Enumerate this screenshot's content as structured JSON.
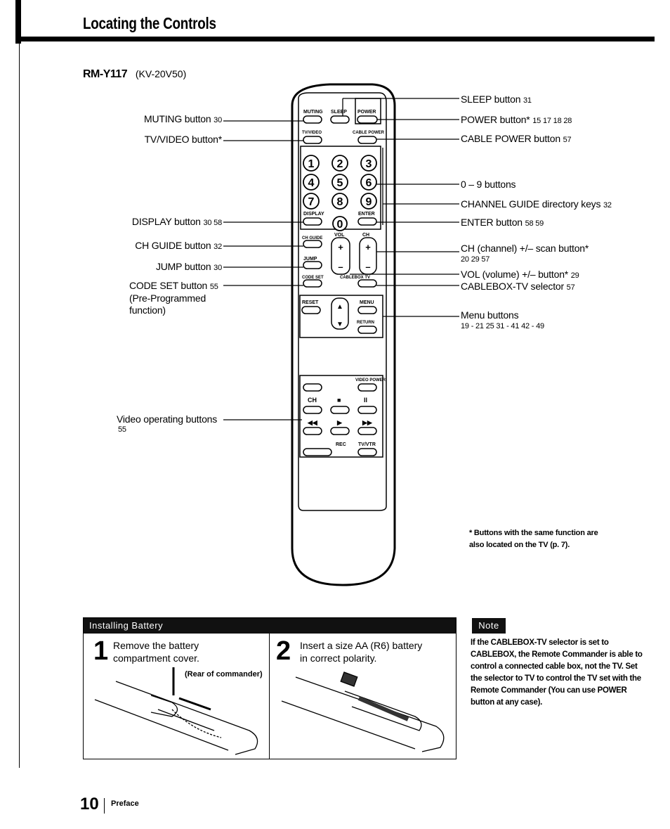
{
  "header": {
    "title": "Locating the Controls"
  },
  "model": {
    "remote": "RM-Y117",
    "tv": "(KV-20V50)"
  },
  "left_labels": [
    {
      "key": "muting",
      "text": "MUTING button",
      "marks": "30"
    },
    {
      "key": "tvvideo",
      "text": "TV/VIDEO button*",
      "marks": ""
    },
    {
      "key": "display",
      "text": "DISPLAY button",
      "marks": "30 58"
    },
    {
      "key": "chguide",
      "text": "CH GUIDE button",
      "marks": "32"
    },
    {
      "key": "jump",
      "text": "JUMP button",
      "marks": "30"
    },
    {
      "key": "codeset",
      "text": "CODE SET button",
      "marks": "55"
    }
  ],
  "codeset_sub": [
    "(Pre-Programmed",
    "function)"
  ],
  "video_label": {
    "text": "Video operating buttons",
    "marks": "55"
  },
  "right_labels": [
    {
      "key": "sleep",
      "text": "SLEEP button",
      "marks": "31"
    },
    {
      "key": "power",
      "text": "POWER button*",
      "marks": "15 17 18 28"
    },
    {
      "key": "cablepower",
      "text": "CABLE POWER button",
      "marks": "57"
    },
    {
      "key": "digits",
      "text": "0 – 9 buttons",
      "marks": ""
    },
    {
      "key": "chguidekeys",
      "text": "CHANNEL GUIDE directory keys",
      "marks": "32"
    },
    {
      "key": "enter",
      "text": "ENTER button",
      "marks": "58 59"
    },
    {
      "key": "chscan",
      "text": "CH (channel) +/– scan button*",
      "marks": "20 29 57"
    },
    {
      "key": "vol",
      "text": "VOL (volume) +/– button*",
      "marks": "29"
    },
    {
      "key": "cablebox",
      "text": "CABLEBOX-TV selector",
      "marks": "57"
    },
    {
      "key": "menu",
      "text": "Menu buttons",
      "marks": "19 - 21 25 31 - 41 42 - 49"
    }
  ],
  "remote_labels": {
    "muting": "MUTING",
    "sleep": "SLEEP",
    "power": "POWER",
    "tvvideo": "TV/VIDEO",
    "cablepower": "CABLE POWER",
    "display": "DISPLAY",
    "enter": "ENTER",
    "vol": "VOL",
    "ch": "CH",
    "chguide": "CH GUIDE",
    "jump": "JUMP",
    "codeset": "CODE SET",
    "cableboxtv": "CABLEBOX TV",
    "reset": "RESET",
    "menu": "MENU",
    "return": "RETURN",
    "videopower": "VIDEO POWER",
    "rec": "REC",
    "tvvtr": "TV/VTR"
  },
  "footnote": [
    "* Buttons with the same function are",
    "also located on the TV (p. 7)."
  ],
  "installing": {
    "header": "Installing Battery",
    "step1": {
      "num": "1",
      "lines": [
        "Remove the battery",
        "compartment cover."
      ],
      "caption": "(Rear of commander)"
    },
    "step2": {
      "num": "2",
      "lines": [
        "Insert a size AA (R6) battery",
        "in correct polarity."
      ]
    }
  },
  "note": {
    "header": "Note",
    "text": "If the CABLEBOX-TV selector is set to CABLEBOX, the Remote Commander is able to control a connected cable box, not the TV. Set the selector to TV to control the TV set with the Remote Commander (You can use POWER button at any case)."
  },
  "footer": {
    "page": "10",
    "section": "Preface"
  }
}
